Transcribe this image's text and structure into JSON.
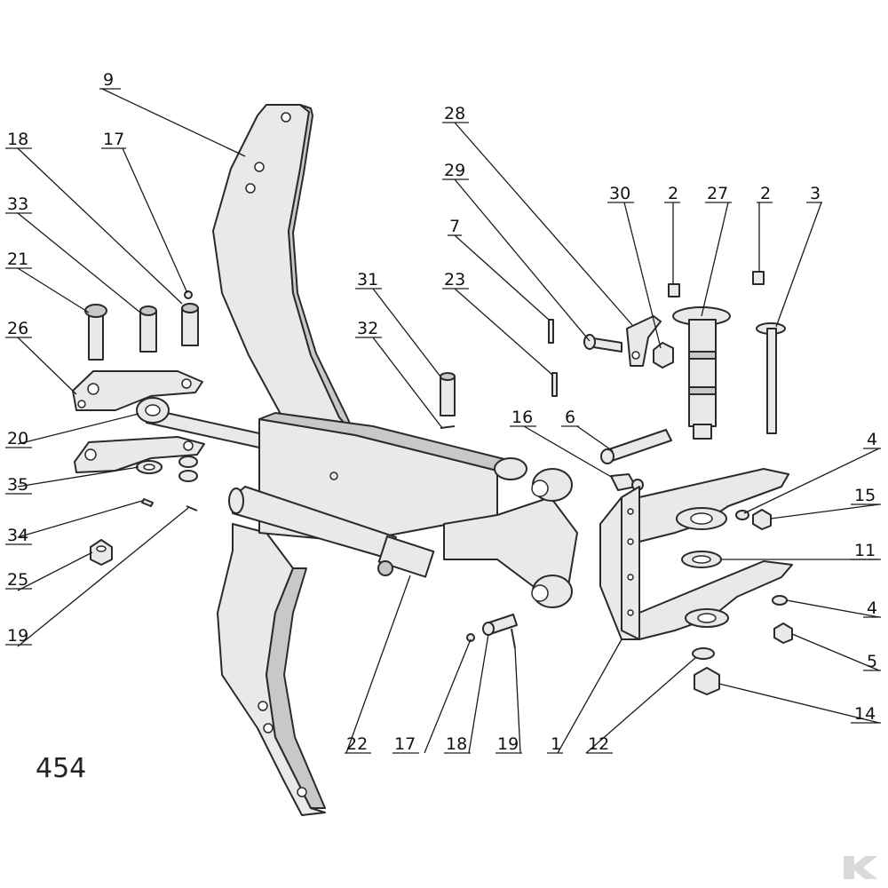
{
  "page_number": "454",
  "callouts": [
    "9",
    "18",
    "17",
    "33",
    "21",
    "26",
    "20",
    "35",
    "34",
    "25",
    "19",
    "31",
    "32",
    "28",
    "29",
    "7",
    "23",
    "30",
    "2",
    "27",
    "2",
    "3",
    "16",
    "6",
    "4",
    "15",
    "11",
    "4",
    "5",
    "14",
    "22",
    "17",
    "18",
    "19",
    "1",
    "12"
  ]
}
